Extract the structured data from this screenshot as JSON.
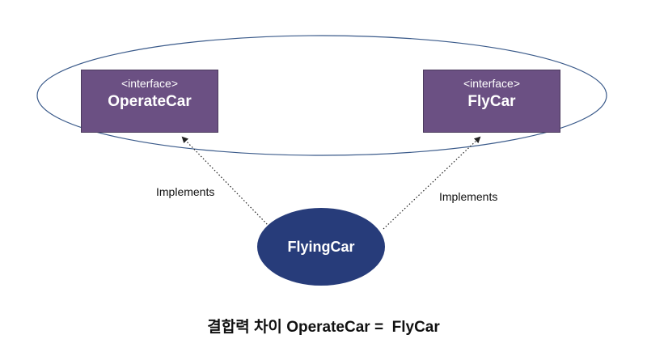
{
  "diagram": {
    "interfaces": [
      {
        "stereotype": "<interface>",
        "name": "OperateCar"
      },
      {
        "stereotype": "<interface>",
        "name": "FlyCar"
      }
    ],
    "implementer": {
      "name": "FlyingCar"
    },
    "edges": [
      {
        "label": "Implements"
      },
      {
        "label": "Implements"
      }
    ],
    "caption": "결합력 차이 OperateCar =  FlyCar",
    "colors": {
      "interface_fill": "#6b5083",
      "implementer_fill": "#273c7a",
      "group_outline": "#3a5a8a",
      "edge_line": "#222222"
    }
  }
}
